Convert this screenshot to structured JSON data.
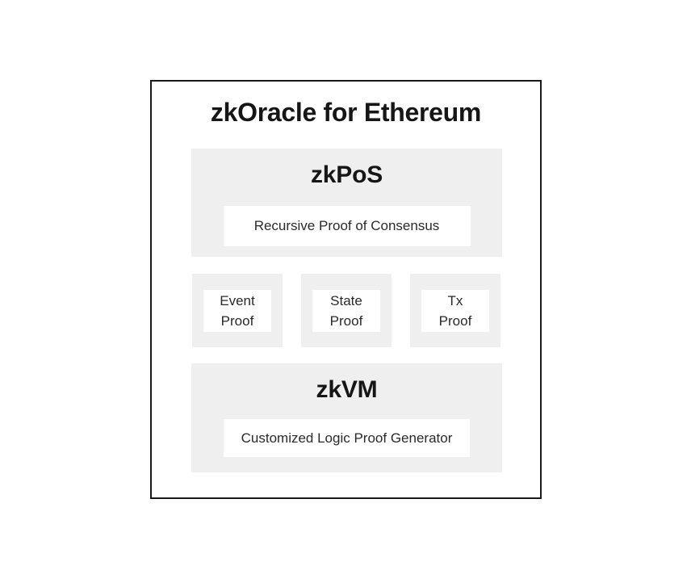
{
  "diagram": {
    "title": "zkOracle for Ethereum",
    "zkpos": {
      "heading": "zkPoS",
      "card_label": "Recursive Proof of Consensus"
    },
    "proofs": [
      {
        "line1": "Event",
        "line2": "Proof"
      },
      {
        "line1": "State",
        "line2": "Proof"
      },
      {
        "line1": "Tx",
        "line2": "Proof"
      }
    ],
    "zkvm": {
      "heading": "zkVM",
      "card_label": "Customized Logic Proof Generator"
    },
    "colors": {
      "page_bg": "#ffffff",
      "frame_border": "#1a1a1a",
      "panel_bg": "#efefef",
      "card_bg": "#ffffff",
      "text": "#1a1a1a"
    }
  }
}
